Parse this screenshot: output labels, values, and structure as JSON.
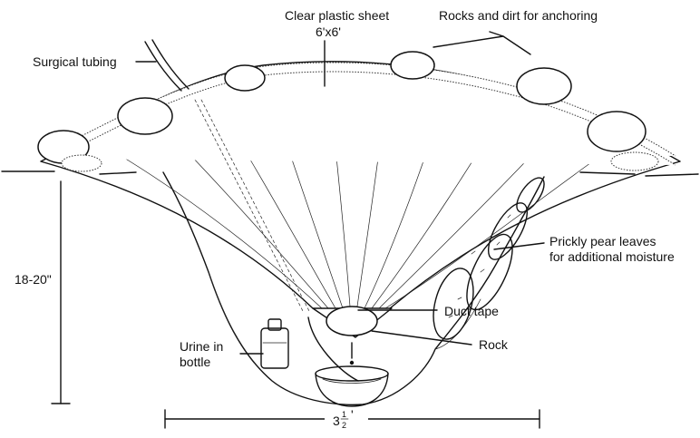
{
  "labels": {
    "sheet_title": "Clear plastic sheet",
    "sheet_size": "6'x6'",
    "rocks_dirt": "Rocks and dirt for anchoring",
    "tubing": "Surgical tubing",
    "prickly_line1": "Prickly pear leaves",
    "prickly_line2": "for additional moisture",
    "duct_tape": "Duct tape",
    "rock": "Rock",
    "urine_line1": "Urine in",
    "urine_line2": "bottle",
    "depth": "18-20\"",
    "width_whole": "3",
    "width_frac_num": "1",
    "width_frac_den": "2",
    "width_unit": "'"
  }
}
